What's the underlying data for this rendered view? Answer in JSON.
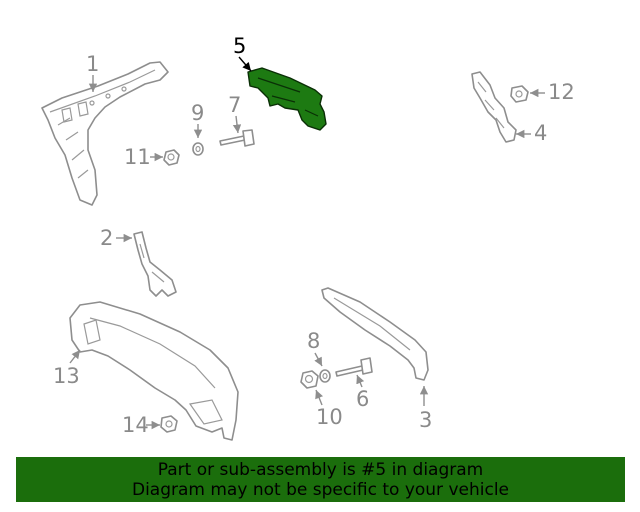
{
  "diagram": {
    "callouts": {
      "c1": "1",
      "c2": "2",
      "c3": "3",
      "c4": "4",
      "c5": "5",
      "c6": "6",
      "c7": "7",
      "c8": "8",
      "c9": "9",
      "c10": "10",
      "c11": "11",
      "c12": "12",
      "c13": "13",
      "c14": "14"
    },
    "highlighted_part": "5",
    "highlight_color": "#1d7a12"
  },
  "banner": {
    "line1": "Part or sub-assembly is #5 in diagram",
    "line2": "Diagram may not be specific to your vehicle",
    "background": "#1b6e0c"
  }
}
